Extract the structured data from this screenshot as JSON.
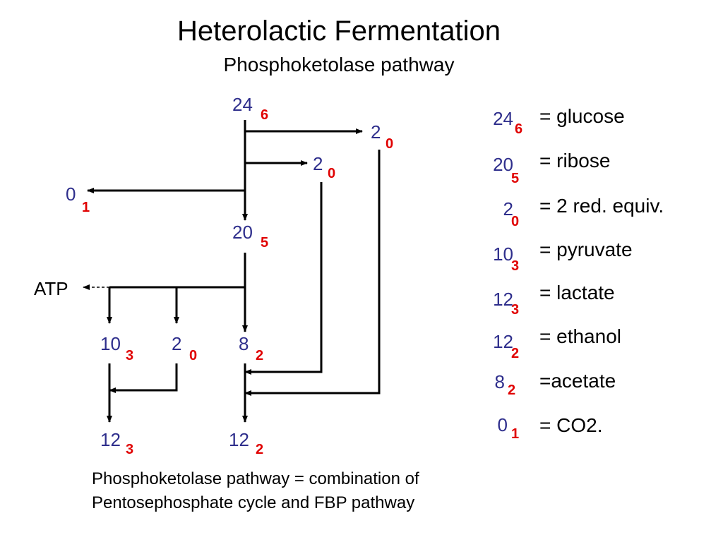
{
  "title": "Heterolactic Fermentation",
  "subtitle": "Phosphoketolase pathway",
  "diagram": {
    "nodes": {
      "glucose": {
        "carbon": "24",
        "sub": "6"
      },
      "red_equiv_top": {
        "carbon": "2",
        "sub": "0"
      },
      "red_equiv_mid": {
        "carbon": "2",
        "sub": "0"
      },
      "co2": {
        "carbon": "0",
        "sub": "1"
      },
      "ribose": {
        "carbon": "20",
        "sub": "5"
      },
      "pyruvate": {
        "carbon": "10",
        "sub": "3"
      },
      "red_equiv_low": {
        "carbon": "2",
        "sub": "0"
      },
      "acetate": {
        "carbon": "8",
        "sub": "2"
      },
      "lactate": {
        "carbon": "12",
        "sub": "3"
      },
      "ethanol": {
        "carbon": "12",
        "sub": "2"
      }
    },
    "atp_label": "ATP"
  },
  "legend": [
    {
      "carbon": "24",
      "sub": "6",
      "label": "= glucose"
    },
    {
      "carbon": "20",
      "sub": "5",
      "label": "= ribose"
    },
    {
      "carbon": "2",
      "sub": "0",
      "label": "= 2 red. equiv."
    },
    {
      "carbon": "10",
      "sub": "3",
      "label": "= pyruvate"
    },
    {
      "carbon": "12",
      "sub": "3",
      "label": "= lactate"
    },
    {
      "carbon": "12",
      "sub": "2",
      "label": "= ethanol"
    },
    {
      "carbon": "8",
      "sub": "2",
      "label": "=acetate"
    },
    {
      "carbon": "0",
      "sub": "1",
      "label": "= CO2."
    }
  ],
  "footnote": {
    "line1": "Phosphoketolase pathway = combination of",
    "line2": "Pentosephosphate cycle and FBP pathway"
  },
  "colors": {
    "carbon": "#2e2e8c",
    "sub": "#e00000",
    "line": "#000000"
  }
}
